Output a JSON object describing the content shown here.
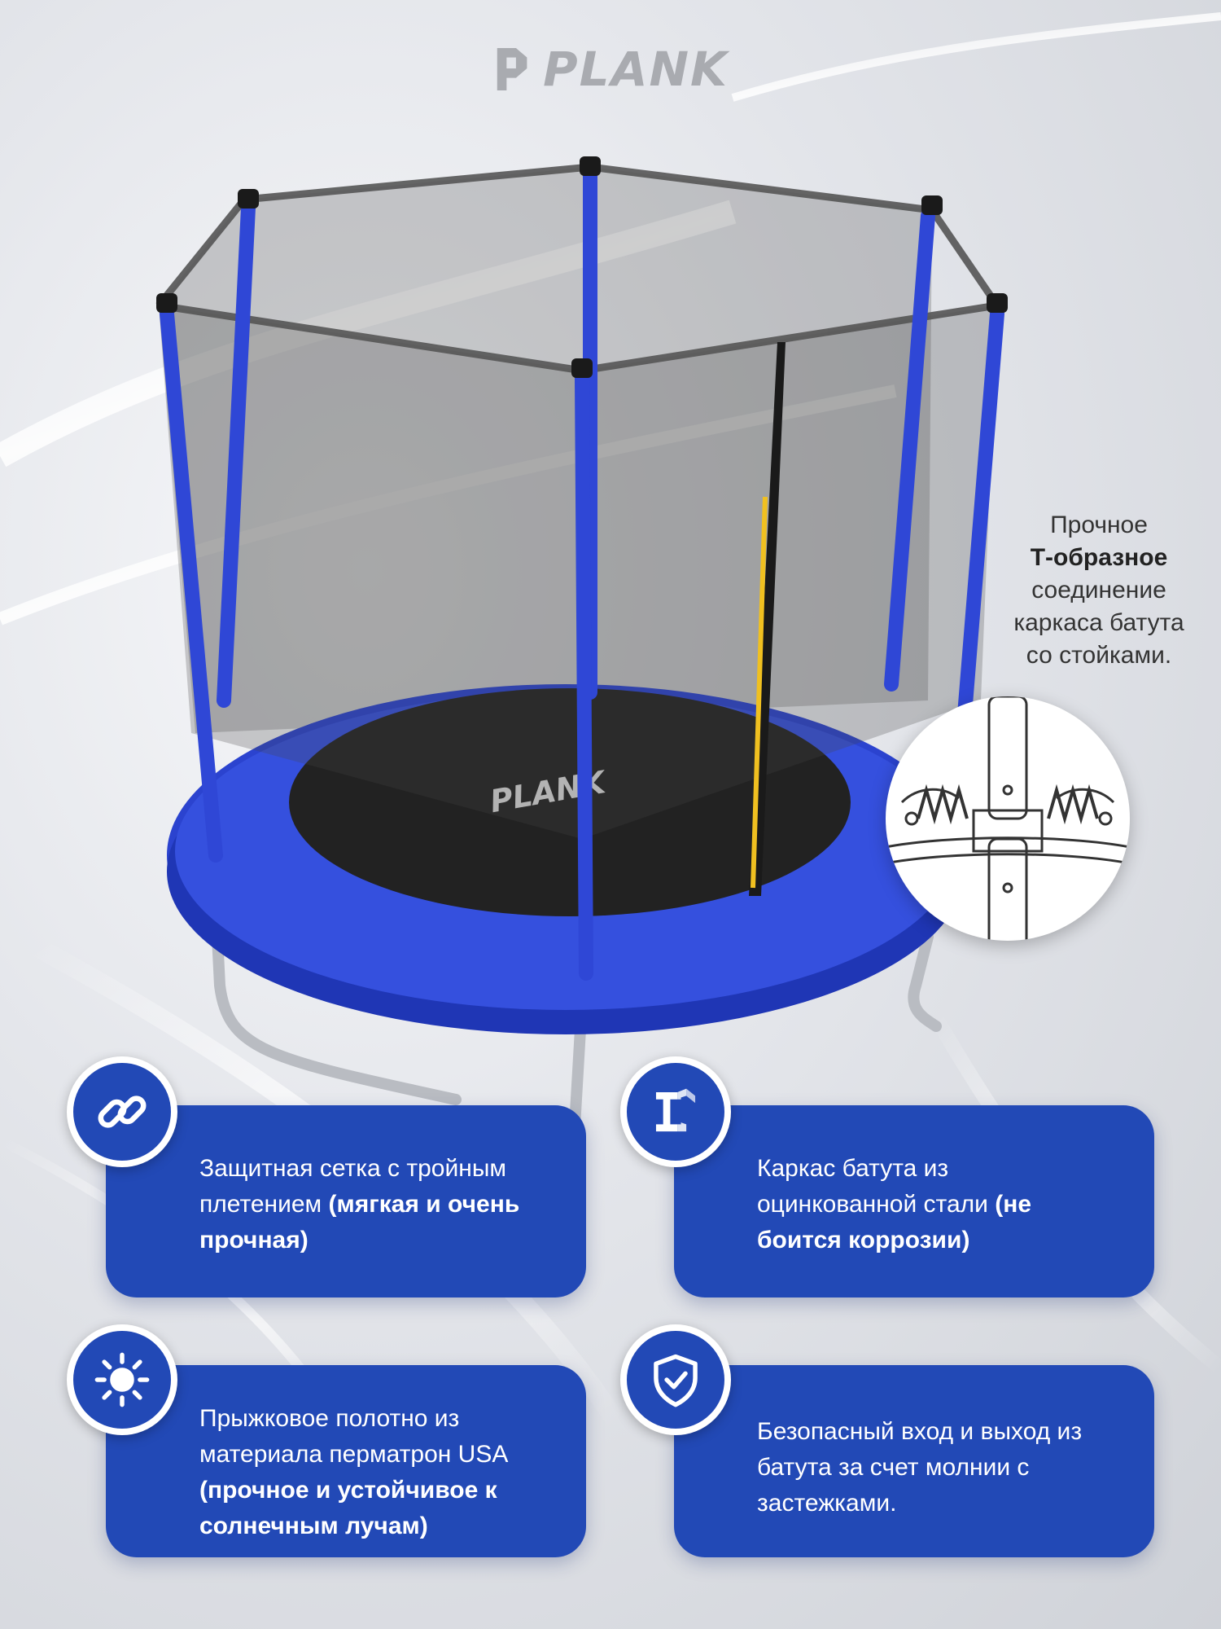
{
  "brand": {
    "logo_text": "PLANK",
    "mat_logo_text": "PLANK"
  },
  "colors": {
    "accent_blue": "#2249b6",
    "frame_blue": "#2f47d6",
    "mat": "#222222",
    "net": "#3a3a3a"
  },
  "callout": {
    "line1": "Прочное",
    "line2": "Т-образное",
    "line3": "соединение",
    "line4": "каркаса батута",
    "line5": "со стойками."
  },
  "features": [
    {
      "icon": "chain-link-icon",
      "text": "Защитная сетка с тройным плетением",
      "bold": "(мягкая и очень прочная)"
    },
    {
      "icon": "steel-beam-icon",
      "text": "Каркас батута из оцинкованной стали",
      "bold": "(не боится коррозии)"
    },
    {
      "icon": "sun-icon",
      "text": "Прыжковое полотно из материала перматрон USA",
      "bold": "(прочное и устойчивое к солнечным лучам)"
    },
    {
      "icon": "shield-check-icon",
      "text": "Безопасный вход и выход из батута за счет молнии с застежками.",
      "bold": ""
    }
  ]
}
